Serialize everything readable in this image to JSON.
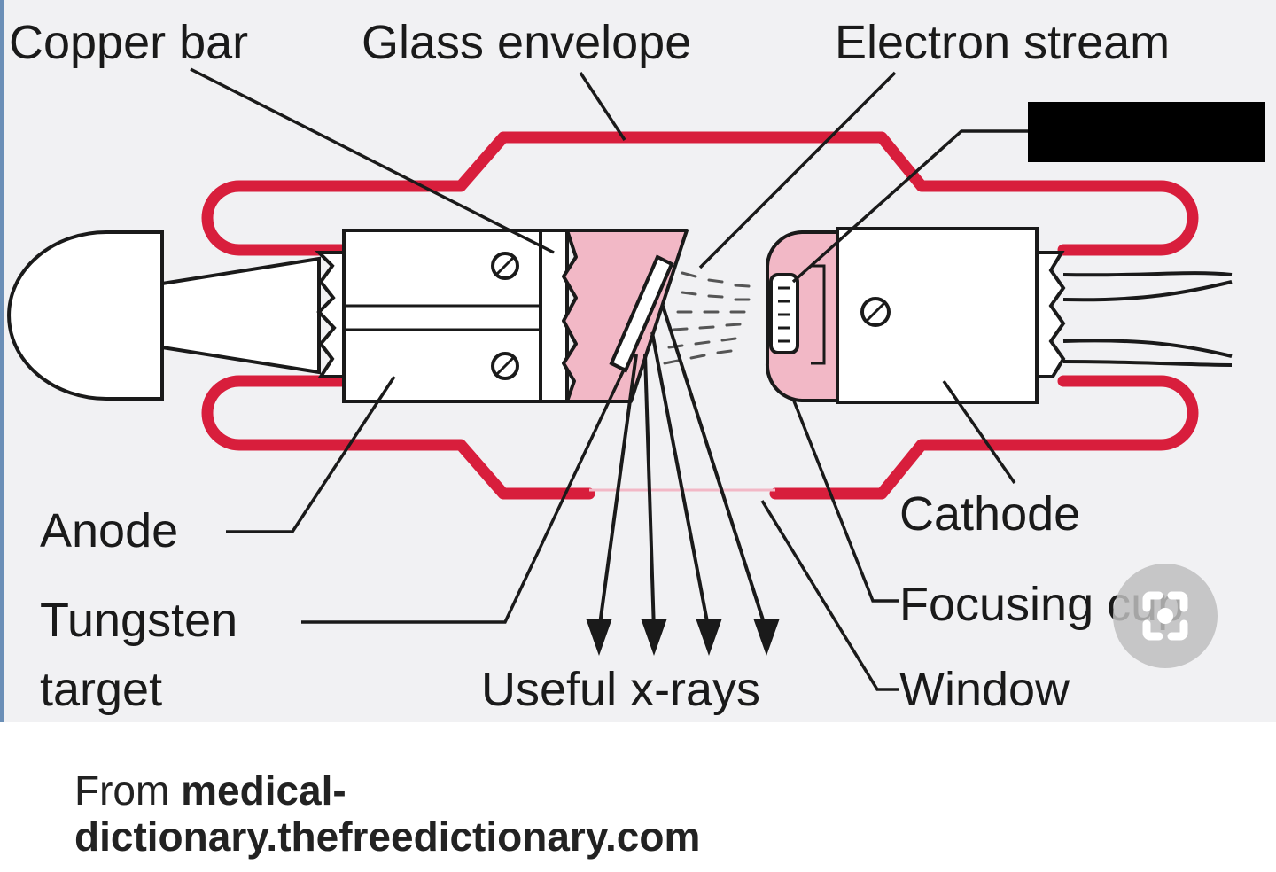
{
  "labels": {
    "copper_bar": "Copper bar",
    "glass_envelope": "Glass envelope",
    "electron_stream": "Electron stream",
    "anode": "Anode",
    "tungsten_line1": "Tungsten",
    "tungsten_line2": "target",
    "useful_xrays": "Useful x-rays",
    "cathode": "Cathode",
    "focusing_cup": "Focusing cup",
    "window": "Window"
  },
  "caption": {
    "prefix": "From ",
    "source_line1": "medical-",
    "source_line2": "dictionary.thefreedictionary.com"
  },
  "icons": {
    "zoom": "lens-zoom-icon"
  },
  "colors": {
    "glass": "#d81e3c",
    "tissue": "#f2b8c6",
    "line": "#1a1a1a",
    "background": "#f1f1f3"
  }
}
